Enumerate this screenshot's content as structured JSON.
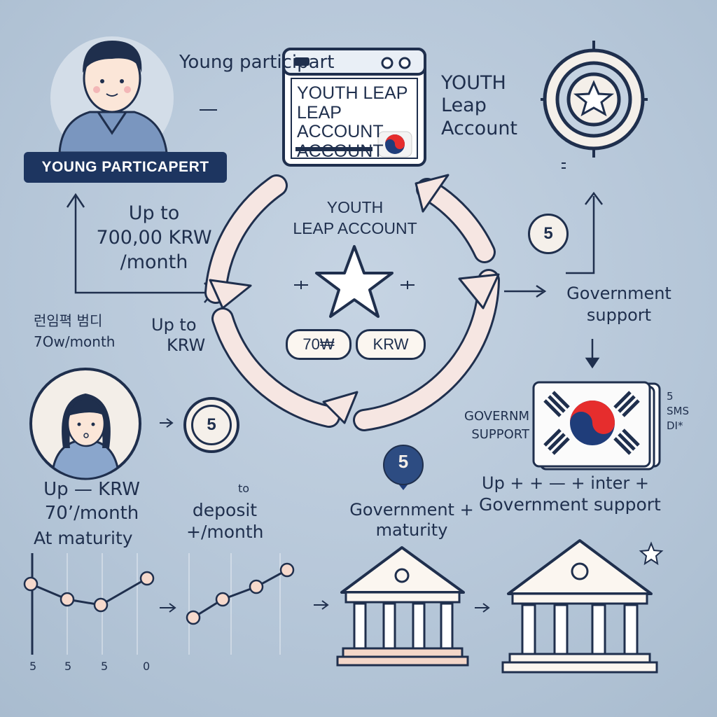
{
  "participant_top": {
    "label": "Young participart",
    "banner": "YOUNG PARTICAPERT"
  },
  "account_window": {
    "lines": [
      "YOUTH LEAP",
      "LEAP ACCOUNT",
      "ACCOUNT"
    ]
  },
  "account_side_label": [
    "YOUTH",
    "Leap",
    "Account"
  ],
  "left_amount": [
    "Up to",
    "700,00 KRW",
    "/month"
  ],
  "center": {
    "title": [
      "YOUTH",
      "LEAP ACCOUNT"
    ],
    "pill_left": "70₩",
    "pill_right": "KRW"
  },
  "right_top_number": "5",
  "gov_support_right": [
    "Government",
    "support"
  ],
  "left_mid": {
    "korean": "런임펵 범디",
    "month": "7Ow/month",
    "upto": "Up to",
    "krw": "KRW"
  },
  "mid_number": "5",
  "bottom_left_amount": [
    "Up — KRW",
    "70’/month"
  ],
  "at_maturity": "At maturity",
  "deposit": {
    "to": "to",
    "lines": [
      "deposit",
      "+/month"
    ]
  },
  "gov_maturity": {
    "number": "5",
    "lines": [
      "Government +",
      "maturity"
    ]
  },
  "right_flag_side": {
    "left": [
      "GOVERNM",
      "SUPPORT"
    ],
    "right": [
      "5",
      "SMS",
      "DI*"
    ]
  },
  "up_inter": "Up  +  +  —  +  inter  +",
  "gov_support_bottom": "Government support",
  "chart_ticks": [
    "5",
    "5",
    "5",
    "0"
  ],
  "colors": {
    "navy": "#1d3560",
    "arrow_fill": "#f6e6e2",
    "flag_red": "#e62d2d",
    "flag_blue": "#1f3d7a"
  }
}
